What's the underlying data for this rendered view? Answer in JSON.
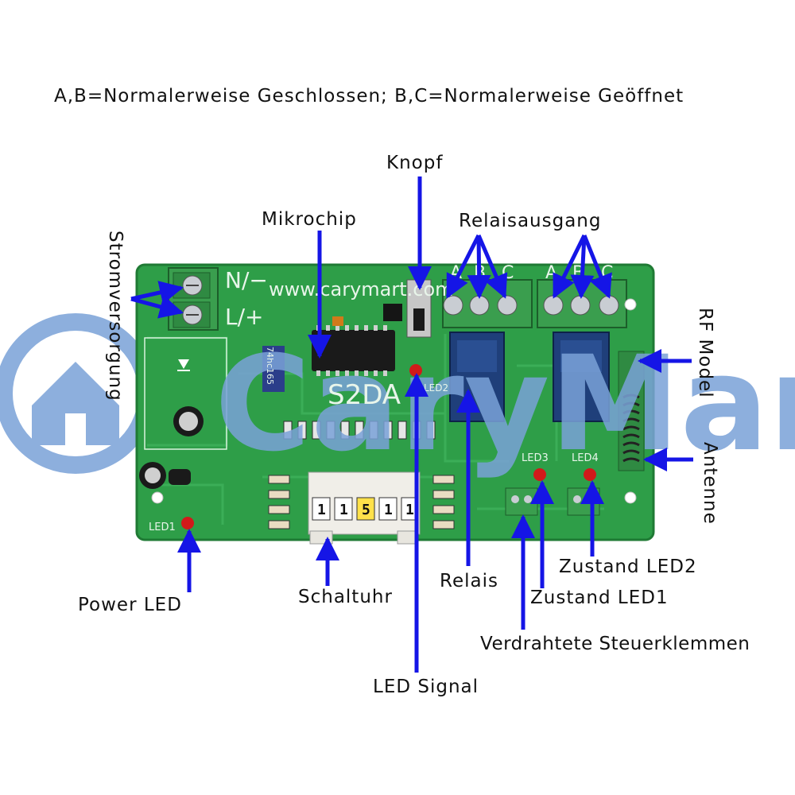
{
  "header": {
    "note": "A,B=Normalerweise Geschlossen; B,C=Normalerweise Geöffnet"
  },
  "labels": {
    "knopf": "Knopf",
    "mikrochip": "Mikrochip",
    "relaisausgang": "Relaisausgang",
    "stromversorgung": "Stromversorgung",
    "rf_model": "RF Model",
    "antenne": "Antenne",
    "power_led": "Power LED",
    "schaltuhr": "Schaltuhr",
    "led_signal": "LED Signal",
    "relais": "Relais",
    "zustand_led1": "Zustand LED1",
    "zustand_led2": "Zustand LED2",
    "verdrahtete": "Verdrahtete Steuerklemmen"
  },
  "board": {
    "model": "S2DA",
    "website": "www.carymart.com",
    "n_terminal": "N/−",
    "l_terminal": "L/+",
    "terminal_letters": [
      "A",
      "B",
      "C"
    ],
    "led_labels": {
      "led1": "LED1",
      "led2": "LED2",
      "led3": "LED3",
      "led4": "LED4"
    },
    "chip_label": "74hc165",
    "switch_digits": [
      "1",
      "1",
      "5",
      "1",
      "1"
    ]
  },
  "watermark": {
    "text": "CaryMart"
  },
  "colors": {
    "board": "#2e9e48",
    "board_dark": "#23843a",
    "arrow": "#1515e6",
    "terminal": "#3a9e4e",
    "watermark": "#7aa2d8"
  }
}
